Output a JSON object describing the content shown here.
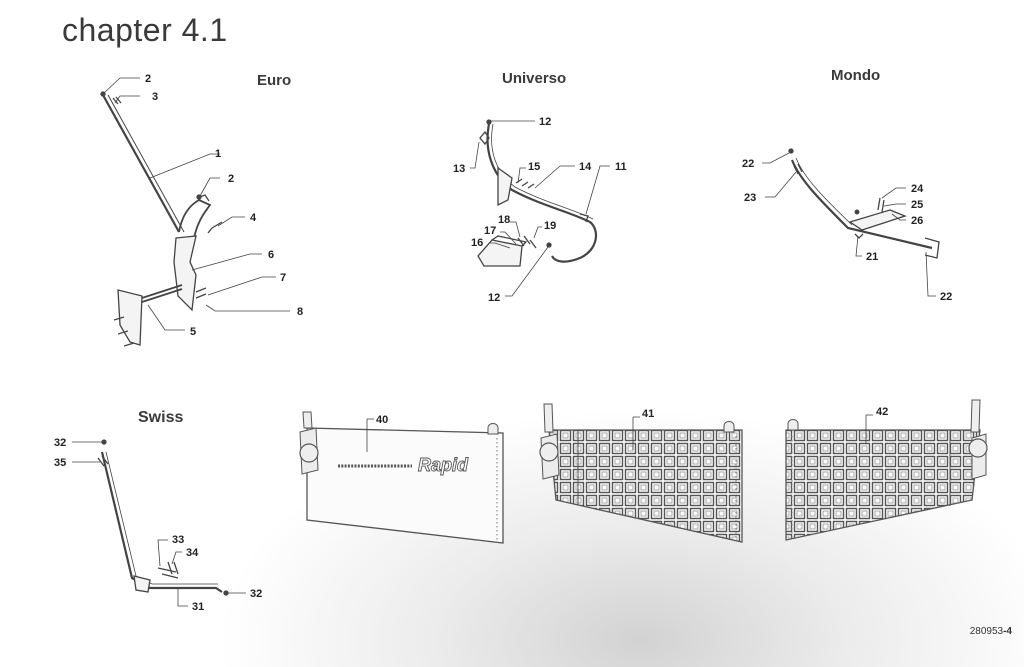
{
  "title": "chapter 4.1",
  "sections": {
    "euro": "Euro",
    "universo": "Universo",
    "mondo": "Mondo",
    "swiss": "Swiss"
  },
  "callouts": {
    "euro": [
      "2",
      "3",
      "1",
      "2",
      "4",
      "6",
      "7",
      "8",
      "5"
    ],
    "universo": [
      "12",
      "13",
      "15",
      "14",
      "11",
      "18",
      "17",
      "19",
      "16",
      "12"
    ],
    "mondo": [
      "22",
      "23",
      "24",
      "25",
      "26",
      "21",
      "22"
    ],
    "swiss": [
      "32",
      "35",
      "33",
      "34",
      "32",
      "31"
    ],
    "panels": [
      "40",
      "41",
      "42"
    ]
  },
  "panel_brand": "Rapid",
  "doc_number": "280953",
  "doc_suffix": "-4"
}
